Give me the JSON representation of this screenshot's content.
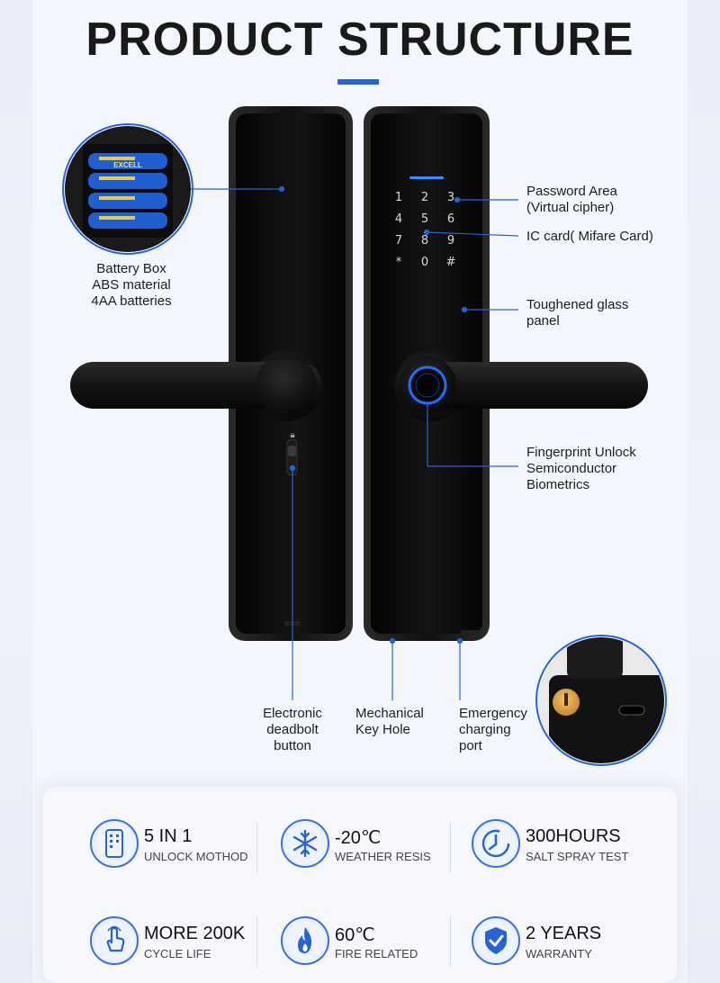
{
  "title": "PRODUCT STRUCTURE",
  "callouts": {
    "battery": [
      "Battery Box",
      "ABS material",
      "4AA batteries"
    ],
    "password": [
      "Password Area",
      "(Virtual cipher)"
    ],
    "ic_card": [
      "IC card( Mifare Card)"
    ],
    "glass": [
      "Toughened glass",
      "panel"
    ],
    "fingerprint": [
      "Fingerprint Unlock",
      "Semiconductor",
      "Biometrics"
    ],
    "deadbolt": [
      "Electronic",
      "deadbolt",
      "button"
    ],
    "keyhole": [
      "Mechanical",
      "Key Hole"
    ],
    "charging": [
      "Emergency",
      "charging",
      "port"
    ]
  },
  "keypad": [
    "1",
    "2",
    "3",
    "4",
    "5",
    "6",
    "7",
    "8",
    "9",
    "*",
    "0",
    "#"
  ],
  "battery_brand": "EXCELL",
  "features": [
    {
      "title": "5 IN 1",
      "subtitle": "UNLOCK MOTHOD",
      "icon": "phone-keypad-icon"
    },
    {
      "title": "-20℃",
      "subtitle": "WEATHER RESIS",
      "icon": "snowflake-icon"
    },
    {
      "title": "300HOURS",
      "subtitle": "SALT SPRAY TEST",
      "icon": "clock-icon"
    },
    {
      "title": "MORE 200K",
      "subtitle": "CYCLE LIFE",
      "icon": "hand-tap-icon"
    },
    {
      "title": "60℃",
      "subtitle": "FIRE RELATED",
      "icon": "flame-icon"
    },
    {
      "title": "2 YEARS",
      "subtitle": "WARRANTY",
      "icon": "shield-check-icon"
    }
  ],
  "colors": {
    "accent": "#2563d6",
    "lock_body": "#111111",
    "text": "#1e1e1e"
  }
}
